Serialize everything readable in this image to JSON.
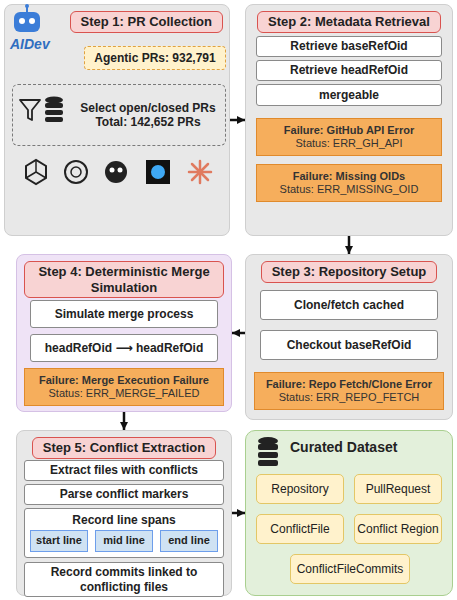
{
  "diagram": {
    "nodes": [
      {
        "text": [
          "Step 1: PR Collection"
        ]
      },
      {
        "text": [
          "Agentic PRs: 932,791"
        ],
        "in": 0
      },
      {
        "text": [
          "Select open/closed PRs Total: 142,652 PRs"
        ],
        "in": 0
      },
      {
        "text": [
          "Step 2: Metadata Retrieval"
        ]
      },
      {
        "text": [
          "Retrieve baseRefOid"
        ],
        "in": 3
      },
      {
        "text": [
          "Retrieve headRefOid"
        ],
        "in": 3
      },
      {
        "text": [
          "mergeable"
        ],
        "in": 3
      },
      {
        "text": [
          "Failure: GitHub API Error",
          "Status: ERR_GH_API"
        ],
        "in": 3
      },
      {
        "text": [
          "Failure: Missing OIDs",
          "Status: ERR_MISSING_OID"
        ],
        "in": 3
      },
      {
        "text": [
          "Step 3: Repository Setup"
        ]
      },
      {
        "text": [
          "Clone/fetch cached"
        ],
        "in": 9
      },
      {
        "text": [
          "Checkout baseRefOid"
        ],
        "in": 9
      },
      {
        "text": [
          "Failure: Repo Fetch/Clone Error",
          "Status: ERR_REPO_FETCH"
        ],
        "in": 9
      },
      {
        "text": [
          "Step 4: Deterministic Merge Simulation"
        ]
      },
      {
        "text": [
          "Simulate merge process"
        ],
        "in": 13
      },
      {
        "text": [
          "headRefOid ⟶ headRefOid"
        ],
        "in": 13
      },
      {
        "text": [
          "Failure: Merge Execution Failure",
          "Status: ERR_MERGE_FAILED"
        ],
        "in": 13
      },
      {
        "text": [
          "Step 5: Conflict Extraction"
        ]
      },
      {
        "text": [
          "Extract files with conflicts"
        ],
        "in": 17
      },
      {
        "text": [
          "Parse conflict markers"
        ],
        "in": 17
      },
      {
        "text": [
          "Record line spans"
        ],
        "in": 17
      },
      {
        "text": [
          "start line"
        ],
        "in": 20
      },
      {
        "text": [
          "mid line"
        ],
        "in": 20
      },
      {
        "text": [
          "end line"
        ],
        "in": 20
      },
      {
        "text": [
          "Record commits linked to conflicting files"
        ],
        "in": 17
      },
      {
        "text": [
          "Curated Dataset"
        ]
      },
      {
        "text": [
          "Repository"
        ],
        "in": 25
      },
      {
        "text": [
          "PullRequest"
        ],
        "in": 25
      },
      {
        "text": [
          "ConflictFile"
        ],
        "in": 25
      },
      {
        "text": [
          "Conflict Region"
        ],
        "in": 25
      },
      {
        "text": [
          "ConflictFileCommits"
        ],
        "in": 25
      }
    ],
    "edges": [
      {
        "from": 0,
        "to": 3,
        "arrow": "to"
      },
      {
        "from": 3,
        "to": 9,
        "arrow": "to"
      },
      {
        "from": 9,
        "to": 13,
        "arrow": "to"
      },
      {
        "from": 13,
        "to": 17,
        "arrow": "to"
      },
      {
        "from": 17,
        "to": 25,
        "arrow": "to"
      }
    ],
    "labels": [
      "AIDev"
    ]
  }
}
